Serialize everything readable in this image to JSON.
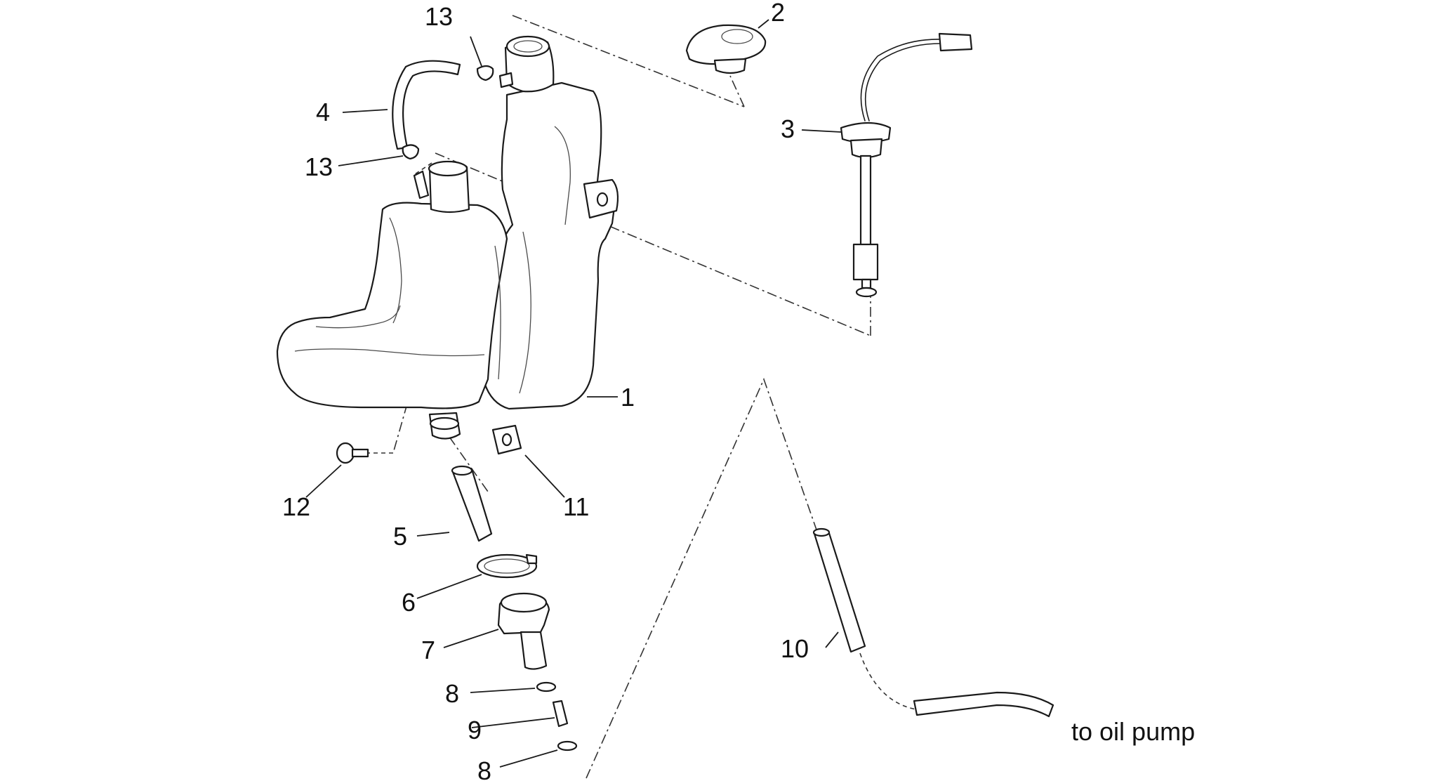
{
  "callouts": {
    "c1": "1",
    "c2": "2",
    "c3": "3",
    "c4": "4",
    "c5": "5",
    "c6": "6",
    "c7": "7",
    "c8_upper": "8",
    "c8_lower": "8",
    "c9": "9",
    "c10": "10",
    "c11": "11",
    "c12": "12",
    "c13_upper": "13",
    "c13_lower": "13"
  },
  "annotations": {
    "destination": "to oil pump"
  }
}
